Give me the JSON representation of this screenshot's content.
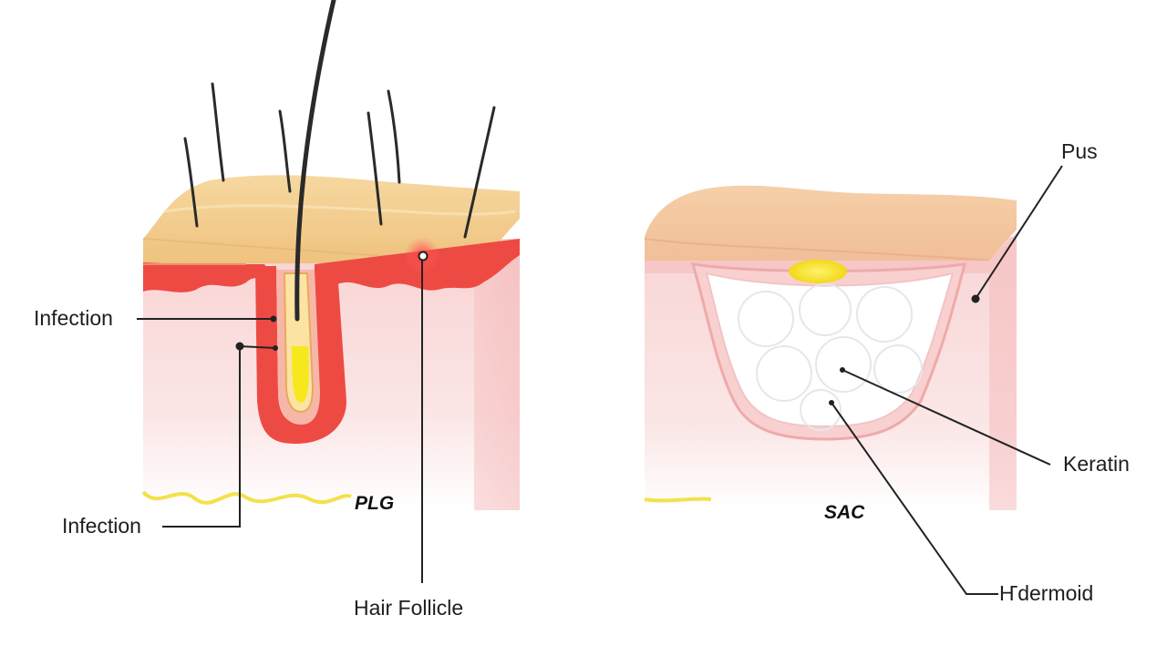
{
  "labels": {
    "infection_upper": "Infection",
    "infection_lower": "Infection",
    "plg": "PLG",
    "hair_follicle": "Hair Follicle",
    "pus": "Pus",
    "keratin": "Keratin",
    "sac": "SAC",
    "epidermoid": "Ҥdermoid"
  },
  "colors": {
    "epidermis": "#f3cd8f",
    "inflamed": "#ee4a44",
    "dermis": "#f9dede",
    "fat_line": "#f2e24a",
    "pus": "#f6e81c",
    "keratin": "#ffffff",
    "hair": "#2a2a2a"
  }
}
